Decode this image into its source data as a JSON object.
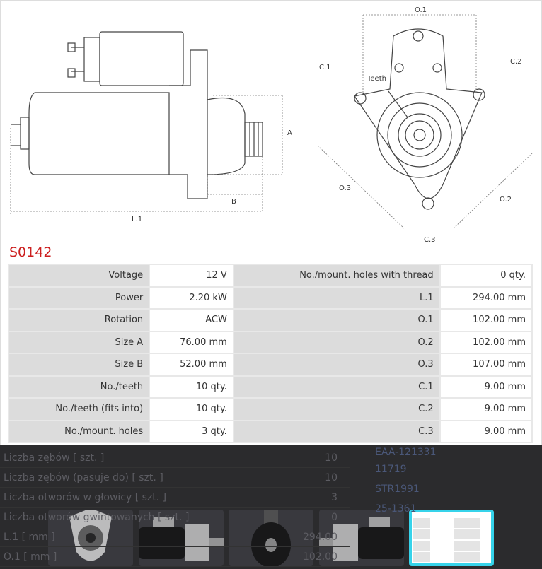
{
  "product": {
    "code": "S0142"
  },
  "diagram": {
    "labels": {
      "o1": "O.1",
      "c1": "C.1",
      "c2": "C.2",
      "teeth": "Teeth",
      "a": "A",
      "b": "B",
      "l1": "L.1",
      "o3": "O.3",
      "o2": "O.2",
      "c3": "C.3"
    }
  },
  "specs": [
    {
      "label": "Voltage",
      "value": "12 V",
      "label2": "No./mount. holes with thread",
      "value2": "0 qty."
    },
    {
      "label": "Power",
      "value": "2.20 kW",
      "label2": "L.1",
      "value2": "294.00 mm"
    },
    {
      "label": "Rotation",
      "value": "ACW",
      "label2": "O.1",
      "value2": "102.00 mm"
    },
    {
      "label": "Size A",
      "value": "76.00 mm",
      "label2": "O.2",
      "value2": "102.00 mm"
    },
    {
      "label": "Size B",
      "value": "52.00 mm",
      "label2": "O.3",
      "value2": "107.00 mm"
    },
    {
      "label": "No./teeth",
      "value": "10 qty.",
      "label2": "C.1",
      "value2": "9.00 mm"
    },
    {
      "label": "No./teeth (fits into)",
      "value": "10 qty.",
      "label2": "C.2",
      "value2": "9.00 mm"
    },
    {
      "label": "No./mount. holes",
      "value": "3 qty.",
      "label2": "C.3",
      "value2": "9.00 mm"
    }
  ],
  "background": {
    "rows": [
      {
        "label": "Liczba zębów [ szt. ]",
        "value": "10"
      },
      {
        "label": "Liczba zębów (pasuje do) [ szt. ]",
        "value": "10"
      },
      {
        "label": "Liczba otworów w głowicy [ szt. ]",
        "value": "3"
      },
      {
        "label": "Liczba otworów gwintowanych [ szt. ]",
        "value": "0"
      },
      {
        "label": "L.1 [ mm ]",
        "value": "294.00"
      },
      {
        "label": "O.1 [ mm ]",
        "value": "102.00"
      }
    ],
    "refs": [
      "EAA-121331",
      "11719",
      "STR1991",
      "25-1361"
    ]
  },
  "thumbnails": [
    {
      "name": "front-view"
    },
    {
      "name": "side-view"
    },
    {
      "name": "rear-view"
    },
    {
      "name": "side-view-2"
    },
    {
      "name": "spec-table",
      "selected": true
    }
  ],
  "colors": {
    "accent": "#36d3ea",
    "title": "#cc1f1f"
  }
}
